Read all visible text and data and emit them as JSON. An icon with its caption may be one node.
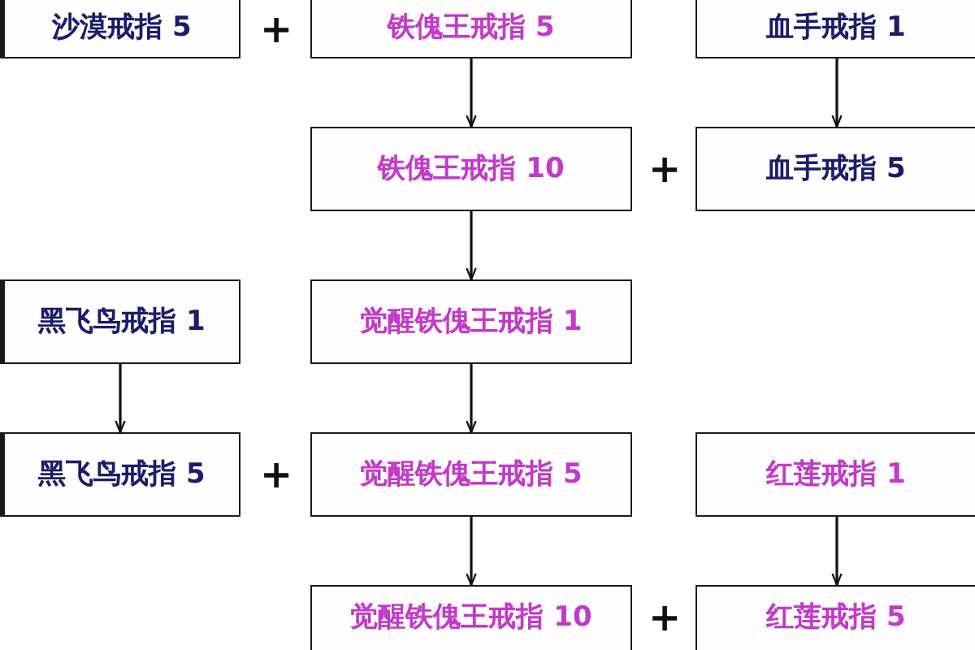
{
  "diagram": {
    "nodes": [
      {
        "text": [
          "沙漠戒指 5"
        ]
      },
      {
        "text": [
          "铁傀王戒指 5"
        ]
      },
      {
        "text": [
          "血手戒指 1"
        ]
      },
      {
        "text": [
          "铁傀王戒指 10"
        ]
      },
      {
        "text": [
          "血手戒指 5"
        ]
      },
      {
        "text": [
          "黑飞鸟戒指 1"
        ]
      },
      {
        "text": [
          "觉醒铁傀王戒指 1"
        ]
      },
      {
        "text": [
          "黑飞鸟戒指 5"
        ]
      },
      {
        "text": [
          "觉醒铁傀王戒指 5"
        ]
      },
      {
        "text": [
          "红莲戒指 1"
        ]
      },
      {
        "text": [
          "觉醒铁傀王戒指 10"
        ]
      },
      {
        "text": [
          "红莲戒指 5"
        ]
      }
    ],
    "edges": [
      {
        "from": 1,
        "to": 3,
        "arrow": "to"
      },
      {
        "from": 2,
        "to": 4,
        "arrow": "to"
      },
      {
        "from": 3,
        "to": 6,
        "arrow": "to"
      },
      {
        "from": 5,
        "to": 7,
        "arrow": "to"
      },
      {
        "from": 6,
        "to": 8,
        "arrow": "to"
      },
      {
        "from": 8,
        "to": 10,
        "arrow": "to"
      },
      {
        "from": 9,
        "to": 11,
        "arrow": "to"
      }
    ],
    "labels": [
      "+",
      "+",
      "+",
      "+"
    ]
  }
}
